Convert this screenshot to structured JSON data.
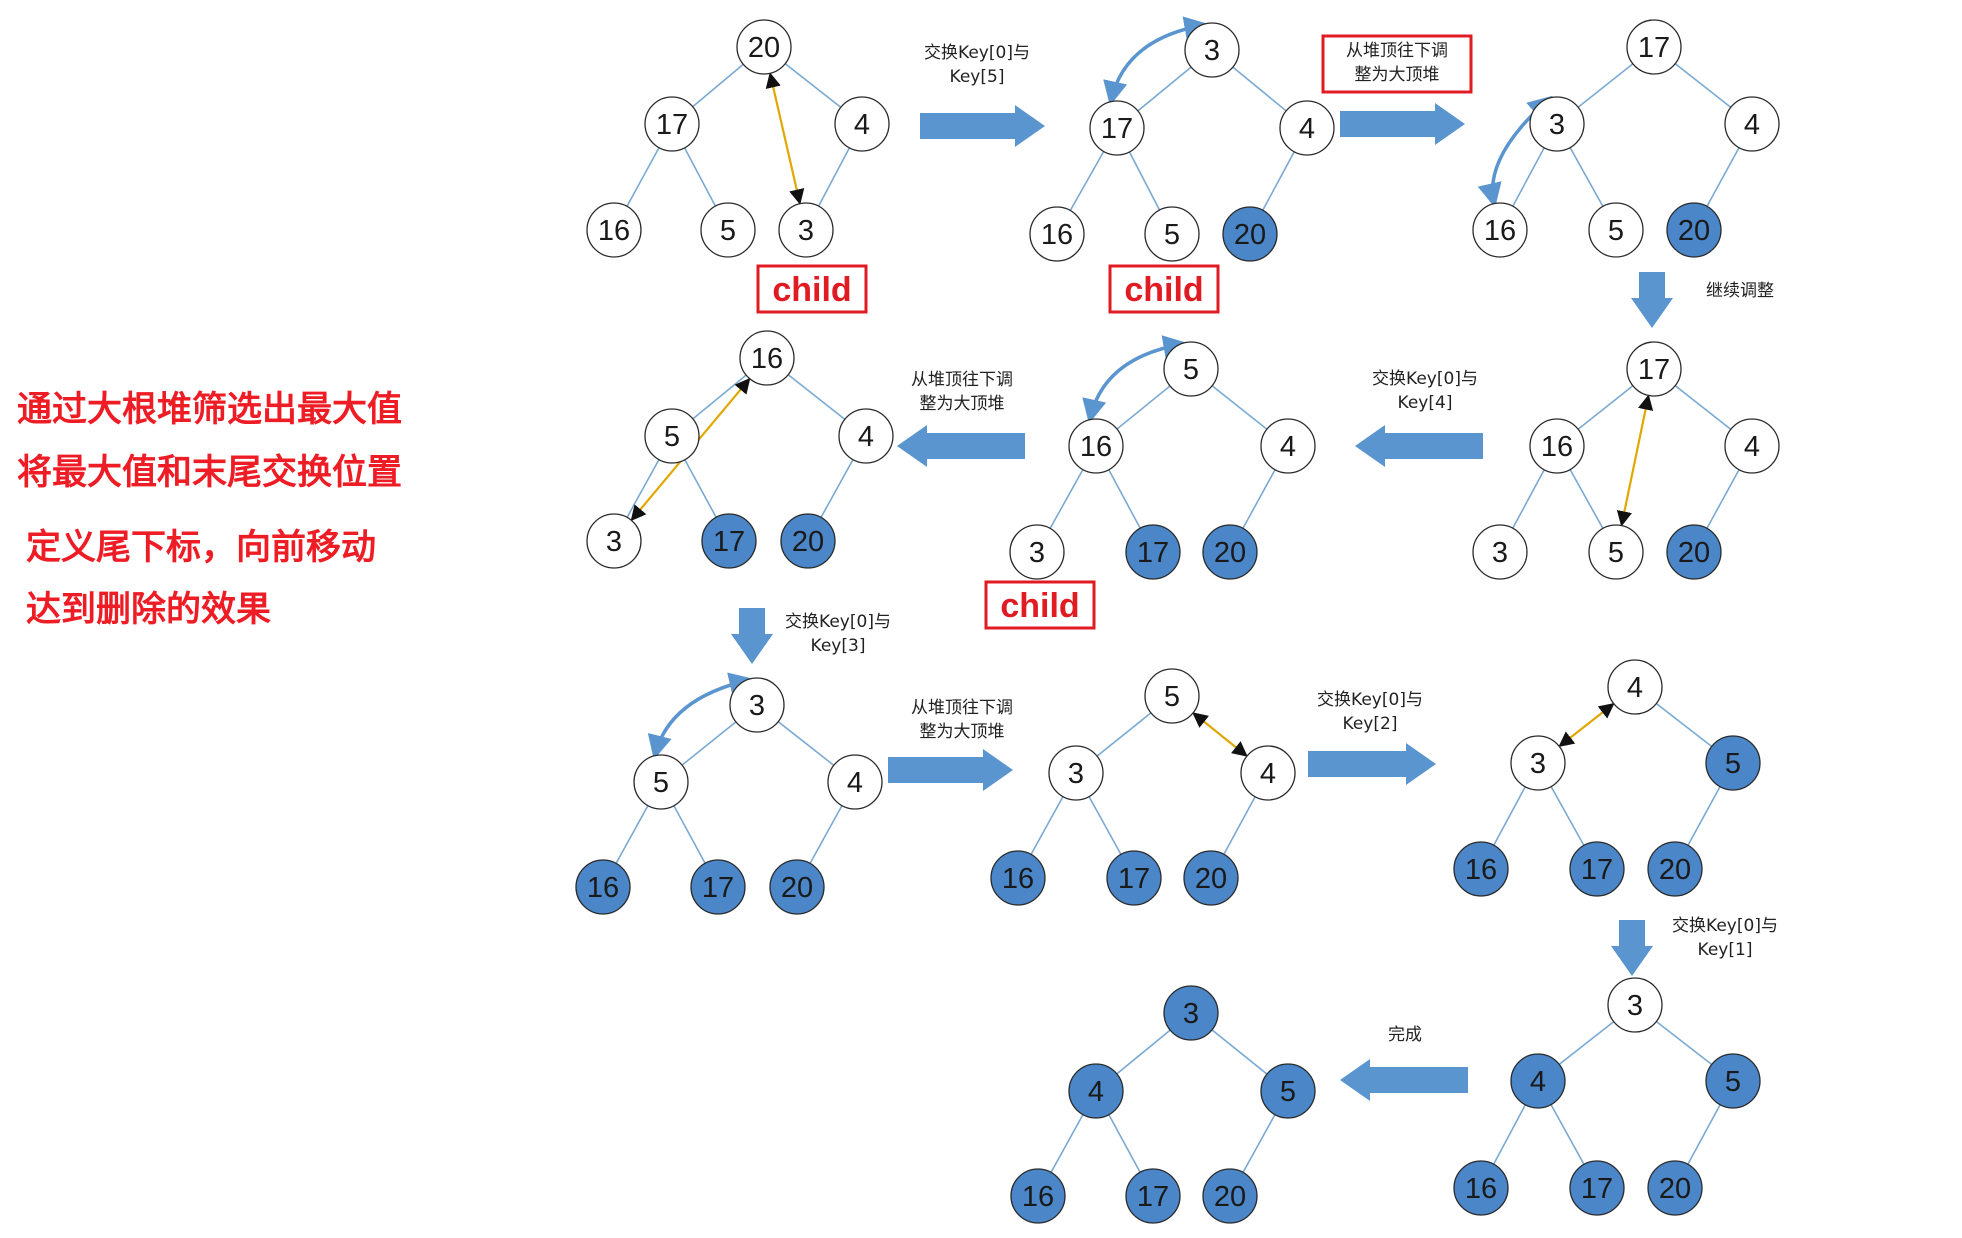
{
  "notes": [
    "通过大根堆筛选出最大值",
    "将最大值和末尾交换位置",
    "定义尾下标，向前移动",
    "达到删除的效果"
  ],
  "child_label": "child",
  "colors": {
    "unsorted_fill": "#ffffff",
    "sorted_fill": "#4a86c8",
    "edge": "#7aa9d2",
    "arrow": "#5b95cf",
    "highlight_red": "#e01b22",
    "swap_arrow": "#e0a800"
  },
  "trees": [
    {
      "id": "t1",
      "nodes": [
        "20",
        "17",
        "4",
        "16",
        "5",
        "3"
      ],
      "sorted": [
        false,
        false,
        false,
        false,
        false,
        false
      ]
    },
    {
      "id": "t2",
      "nodes": [
        "3",
        "17",
        "4",
        "16",
        "5",
        "20"
      ],
      "sorted": [
        false,
        false,
        false,
        false,
        false,
        true
      ]
    },
    {
      "id": "t3",
      "nodes": [
        "17",
        "3",
        "4",
        "16",
        "5",
        "20"
      ],
      "sorted": [
        false,
        false,
        false,
        false,
        false,
        true
      ]
    },
    {
      "id": "t4",
      "nodes": [
        "17",
        "16",
        "4",
        "3",
        "5",
        "20"
      ],
      "sorted": [
        false,
        false,
        false,
        false,
        false,
        true
      ]
    },
    {
      "id": "t5",
      "nodes": [
        "5",
        "16",
        "4",
        "3",
        "17",
        "20"
      ],
      "sorted": [
        false,
        false,
        false,
        false,
        true,
        true
      ]
    },
    {
      "id": "t6",
      "nodes": [
        "16",
        "5",
        "4",
        "3",
        "17",
        "20"
      ],
      "sorted": [
        false,
        false,
        false,
        false,
        true,
        true
      ]
    },
    {
      "id": "t7",
      "nodes": [
        "3",
        "5",
        "4",
        "16",
        "17",
        "20"
      ],
      "sorted": [
        false,
        false,
        false,
        true,
        true,
        true
      ]
    },
    {
      "id": "t8",
      "nodes": [
        "5",
        "3",
        "4",
        "16",
        "17",
        "20"
      ],
      "sorted": [
        false,
        false,
        false,
        true,
        true,
        true
      ]
    },
    {
      "id": "t9",
      "nodes": [
        "4",
        "3",
        "5",
        "16",
        "17",
        "20"
      ],
      "sorted": [
        false,
        false,
        true,
        true,
        true,
        true
      ]
    },
    {
      "id": "t10",
      "nodes": [
        "3",
        "4",
        "5",
        "16",
        "17",
        "20"
      ],
      "sorted": [
        false,
        true,
        true,
        true,
        true,
        true
      ]
    },
    {
      "id": "t11",
      "nodes": [
        "3",
        "4",
        "5",
        "16",
        "17",
        "20"
      ],
      "sorted": [
        true,
        true,
        true,
        true,
        true,
        true
      ]
    }
  ],
  "step_captions": [
    {
      "id": "c1",
      "lines": [
        "交换Key[0]与",
        "Key[5]"
      ],
      "boxed": false
    },
    {
      "id": "c2",
      "lines": [
        "从堆顶往下调",
        "整为大顶堆"
      ],
      "boxed": true
    },
    {
      "id": "c3",
      "lines": [
        "继续调整"
      ],
      "boxed": false
    },
    {
      "id": "c4",
      "lines": [
        "交换Key[0]与",
        "Key[4]"
      ],
      "boxed": false
    },
    {
      "id": "c5",
      "lines": [
        "从堆顶往下调",
        "整为大顶堆"
      ],
      "boxed": false
    },
    {
      "id": "c6",
      "lines": [
        "交换Key[0]与",
        "Key[3]"
      ],
      "boxed": false
    },
    {
      "id": "c7",
      "lines": [
        "从堆顶往下调",
        "整为大顶堆"
      ],
      "boxed": false
    },
    {
      "id": "c8",
      "lines": [
        "交换Key[0]与",
        "Key[2]"
      ],
      "boxed": false
    },
    {
      "id": "c9",
      "lines": [
        "交换Key[0]与",
        "Key[1]"
      ],
      "boxed": false
    },
    {
      "id": "c10",
      "lines": [
        "完成"
      ],
      "boxed": false
    }
  ]
}
